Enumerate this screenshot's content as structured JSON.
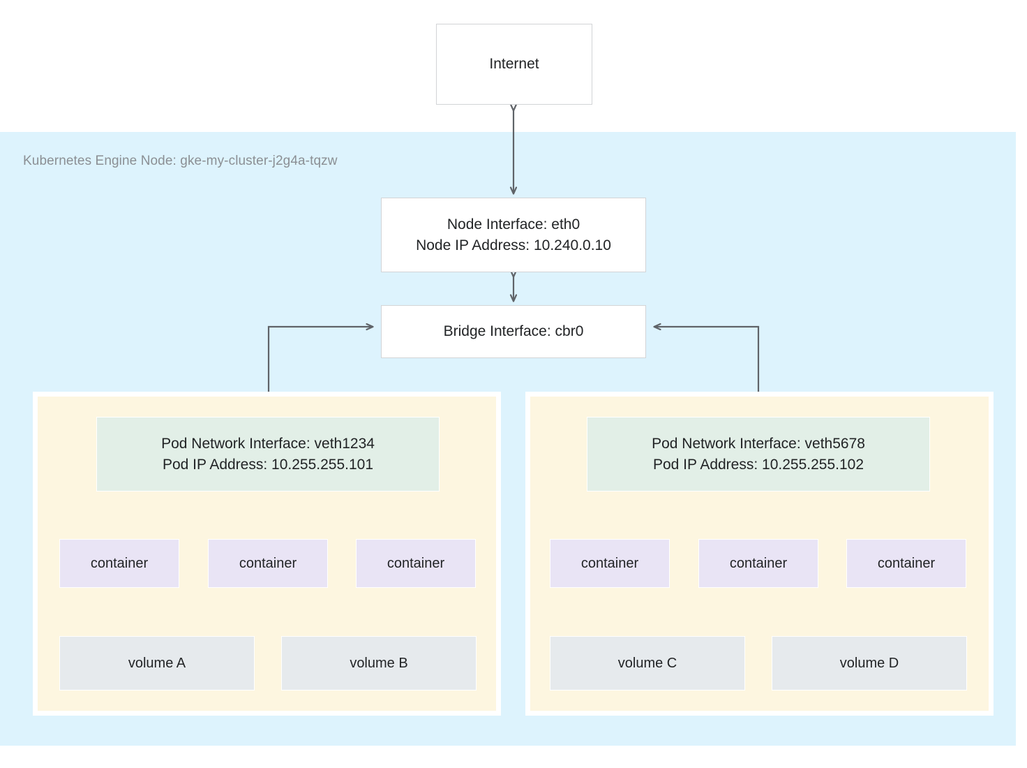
{
  "diagram": {
    "title": "Kubernetes Engine Node network topology",
    "colors": {
      "node_region_bg": "#ddf3fd",
      "pod_group_bg": "#fdf6e0",
      "pod_interface_bg": "#e2efe7",
      "container_bg": "#e9e4f5",
      "volume_bg": "#e6eaed",
      "box_bg": "#ffffff",
      "box_border": "#d2d4d6",
      "connector_stroke": "#5f6368",
      "text": "#222426",
      "region_label_text": "#8b8f94"
    }
  },
  "internet": {
    "label": "Internet"
  },
  "node": {
    "region_label": "Kubernetes Engine Node: gke-my-cluster-j2g4a-tqzw",
    "interface_line1": "Node Interface: eth0",
    "interface_line2": "Node IP Address: 10.240.0.10",
    "bridge_label": "Bridge Interface: cbr0"
  },
  "pods": [
    {
      "interface_line1": "Pod Network Interface: veth1234",
      "interface_line2": "Pod IP Address: 10.255.255.101",
      "containers": [
        {
          "label": "container"
        },
        {
          "label": "container"
        },
        {
          "label": "container"
        }
      ],
      "volumes": [
        {
          "label": "volume A"
        },
        {
          "label": "volume B"
        }
      ]
    },
    {
      "interface_line1": "Pod Network Interface: veth5678",
      "interface_line2": "Pod IP Address: 10.255.255.102",
      "containers": [
        {
          "label": "container"
        },
        {
          "label": "container"
        },
        {
          "label": "container"
        }
      ],
      "volumes": [
        {
          "label": "volume C"
        },
        {
          "label": "volume D"
        }
      ]
    }
  ],
  "edges": [
    {
      "from": "internet",
      "to": "node-interface",
      "style": "double-arrow"
    },
    {
      "from": "node-interface",
      "to": "bridge-interface",
      "style": "double-arrow"
    },
    {
      "from": "bridge-interface",
      "to": "pod-left-interface",
      "style": "elbow-arrow"
    },
    {
      "from": "bridge-interface",
      "to": "pod-right-interface",
      "style": "elbow-arrow"
    },
    {
      "from": "pod-left-interface",
      "to": "pod-left-containers",
      "style": "tree"
    },
    {
      "from": "pod-left-containers",
      "to": "pod-left-volumes",
      "style": "tree"
    },
    {
      "from": "pod-right-interface",
      "to": "pod-right-containers",
      "style": "tree"
    },
    {
      "from": "pod-right-containers",
      "to": "pod-right-volumes",
      "style": "tree"
    }
  ]
}
